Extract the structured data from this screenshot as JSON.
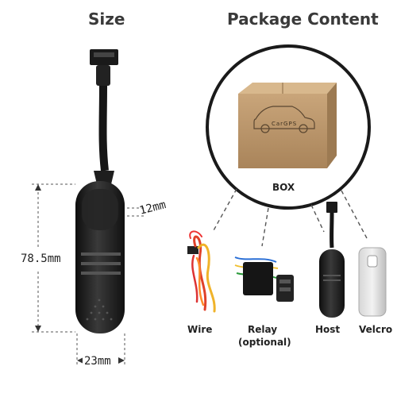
{
  "headings": {
    "size": "Size",
    "package": "Package Content"
  },
  "dimensions": {
    "length": "78.5mm",
    "thickness": "12mm",
    "width": "23mm"
  },
  "box": {
    "label": "BOX",
    "print": "CarGPS"
  },
  "items": [
    {
      "label": "Wire",
      "icon": "wire-harness-icon"
    },
    {
      "label": "Relay",
      "note": "(optional)",
      "icon": "relay-icon"
    },
    {
      "label": "Host",
      "icon": "gps-tracker-icon"
    },
    {
      "label": "Velcro",
      "icon": "velcro-strip-icon"
    }
  ],
  "colors": {
    "device": "#1c1c1c",
    "box": "#b99469",
    "dim_line": "#555555"
  }
}
